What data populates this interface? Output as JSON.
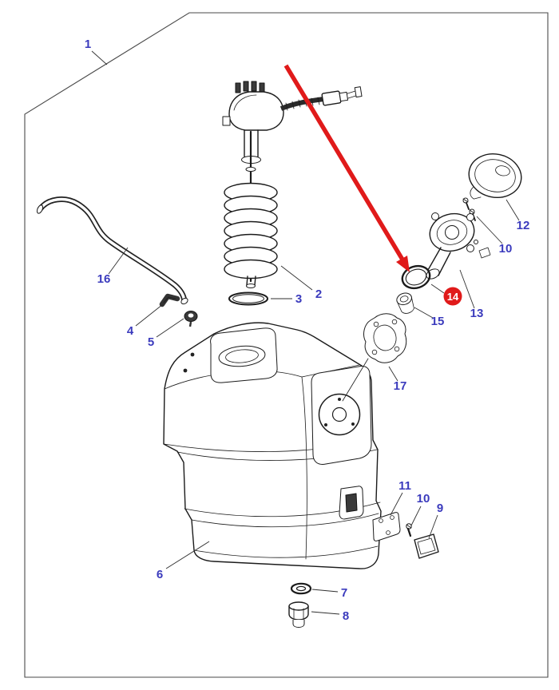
{
  "colors": {
    "label": "#3b3bbd",
    "highlight": "#e01a1a",
    "line": "#1b1b1b",
    "background": "#ffffff"
  },
  "callouts": [
    {
      "label": "1"
    },
    {
      "label": "2"
    },
    {
      "label": "3"
    },
    {
      "label": "4"
    },
    {
      "label": "5"
    },
    {
      "label": "6"
    },
    {
      "label": "7"
    },
    {
      "label": "8"
    },
    {
      "label": "9"
    },
    {
      "label": "10"
    },
    {
      "label": "10"
    },
    {
      "label": "11"
    },
    {
      "label": "12"
    },
    {
      "label": "13"
    },
    {
      "label": "14"
    },
    {
      "label": "15"
    },
    {
      "label": "16"
    },
    {
      "label": "17"
    }
  ]
}
